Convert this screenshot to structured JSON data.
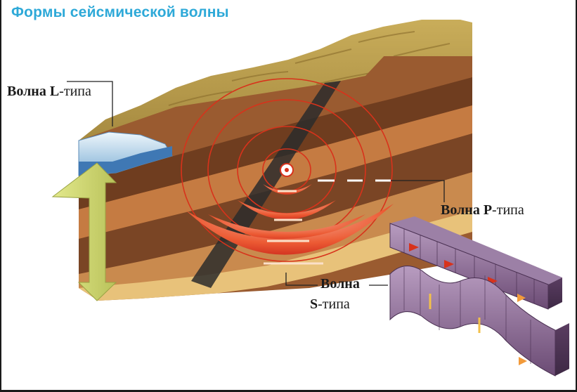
{
  "title": "Формы сейсмической волны",
  "labels": {
    "l_wave": {
      "name": "Волна",
      "letter": "L",
      "suffix": "-типа"
    },
    "p_wave": {
      "name": "Волна",
      "letter": "P",
      "suffix": "-типа"
    },
    "s_wave": {
      "name": "Волна",
      "letter": "S",
      "suffix": "-типа"
    }
  },
  "colors": {
    "title": "#2ea9d8",
    "soil": "#b89a4a",
    "rock_dark": "#7e4a27",
    "rock_light": "#b36f3c",
    "sand": "#e8c27a",
    "wave": "#e23a1c",
    "wave_bar": "#8a6690",
    "l_arrow": "#cfd772"
  }
}
